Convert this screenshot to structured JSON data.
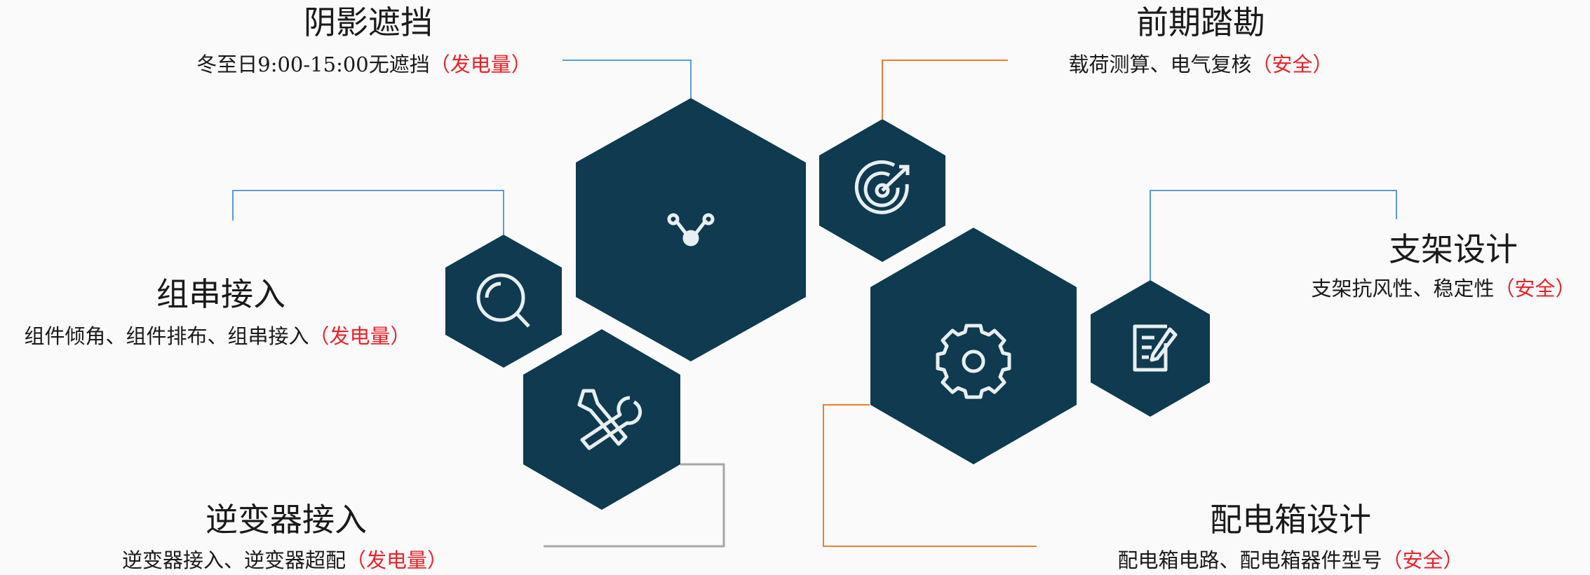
{
  "items": [
    {
      "title": "阴影遮挡",
      "desc": "冬至日9:00-15:00无遮挡",
      "tag": "（发电量）"
    },
    {
      "title": "前期踏勘",
      "desc": "载荷测算、电气复核",
      "tag": "（安全）"
    },
    {
      "title": "组串接入",
      "desc": "组件倾角、组件排布、组串接入",
      "tag": "（发电量）"
    },
    {
      "title": "支架设计",
      "desc": "支架抗风性、稳定性",
      "tag": "（安全）"
    },
    {
      "title": "逆变器接入",
      "desc": "逆变器接入、逆变器超配",
      "tag": "（发电量）"
    },
    {
      "title": "配电箱设计",
      "desc": "配电箱电路、配电箱器件型号",
      "tag": "（安全）"
    }
  ],
  "colors": {
    "hexagon": "#0f3a4f",
    "icon": "#e8eef1",
    "tag": "#e8232a",
    "line_blue": "#5b9bd5",
    "line_orange": "#ed7d31",
    "line_gray": "#a6a6a6"
  },
  "hexagons": [
    {
      "icon": "network-nodes-icon"
    },
    {
      "icon": "target-icon"
    },
    {
      "icon": "search-icon"
    },
    {
      "icon": "tools-icon"
    },
    {
      "icon": "gear-icon"
    },
    {
      "icon": "edit-document-icon"
    }
  ]
}
